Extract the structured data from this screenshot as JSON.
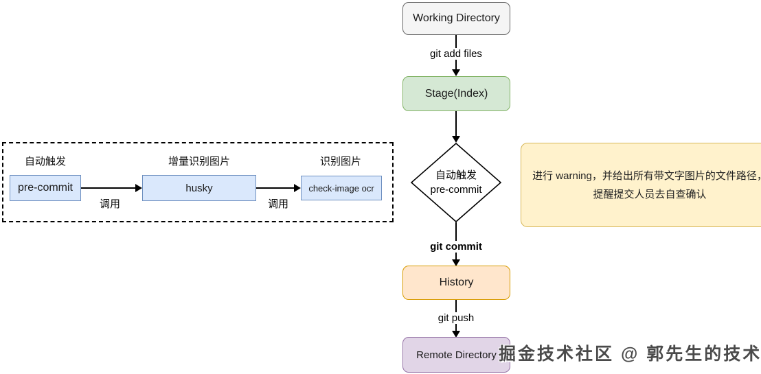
{
  "pipeline": {
    "stages": [
      {
        "title": "自动触发",
        "node": "pre-commit"
      },
      {
        "title": "增量识别图片",
        "node": "husky"
      },
      {
        "title": "识别图片",
        "node": "check-image ocr"
      }
    ],
    "edge1_label": "调用",
    "edge2_label": "调用"
  },
  "flow": {
    "working_directory": "Working Directory",
    "edge_add": "git add files",
    "stage_index": "Stage(Index)",
    "decision_line1": "自动触发",
    "decision_line2": "pre-commit",
    "edge_commit": "git commit",
    "history": "History",
    "edge_push": "git push",
    "remote_directory": "Remote Directory"
  },
  "note_text": "进行 warning，并给出所有带文字图片的文件路径，提醒提交人员去自查确认",
  "watermark": "掘金技术社区 @ 郭先生的技术坞",
  "colors": {
    "gray_fill": "#f5f5f5",
    "gray_stroke": "#666666",
    "green_fill": "#d5e8d4",
    "green_stroke": "#82b366",
    "orange_fill": "#ffe6cc",
    "orange_stroke": "#d79b00",
    "purple_fill": "#e1d5e7",
    "purple_stroke": "#9673a6",
    "yellow_fill": "#fff2cc",
    "yellow_stroke": "#d6b656",
    "blue_fill": "#dae8fc",
    "blue_stroke": "#6c8ebf",
    "line": "#000000",
    "watermark_text": "#4a4a4a"
  }
}
